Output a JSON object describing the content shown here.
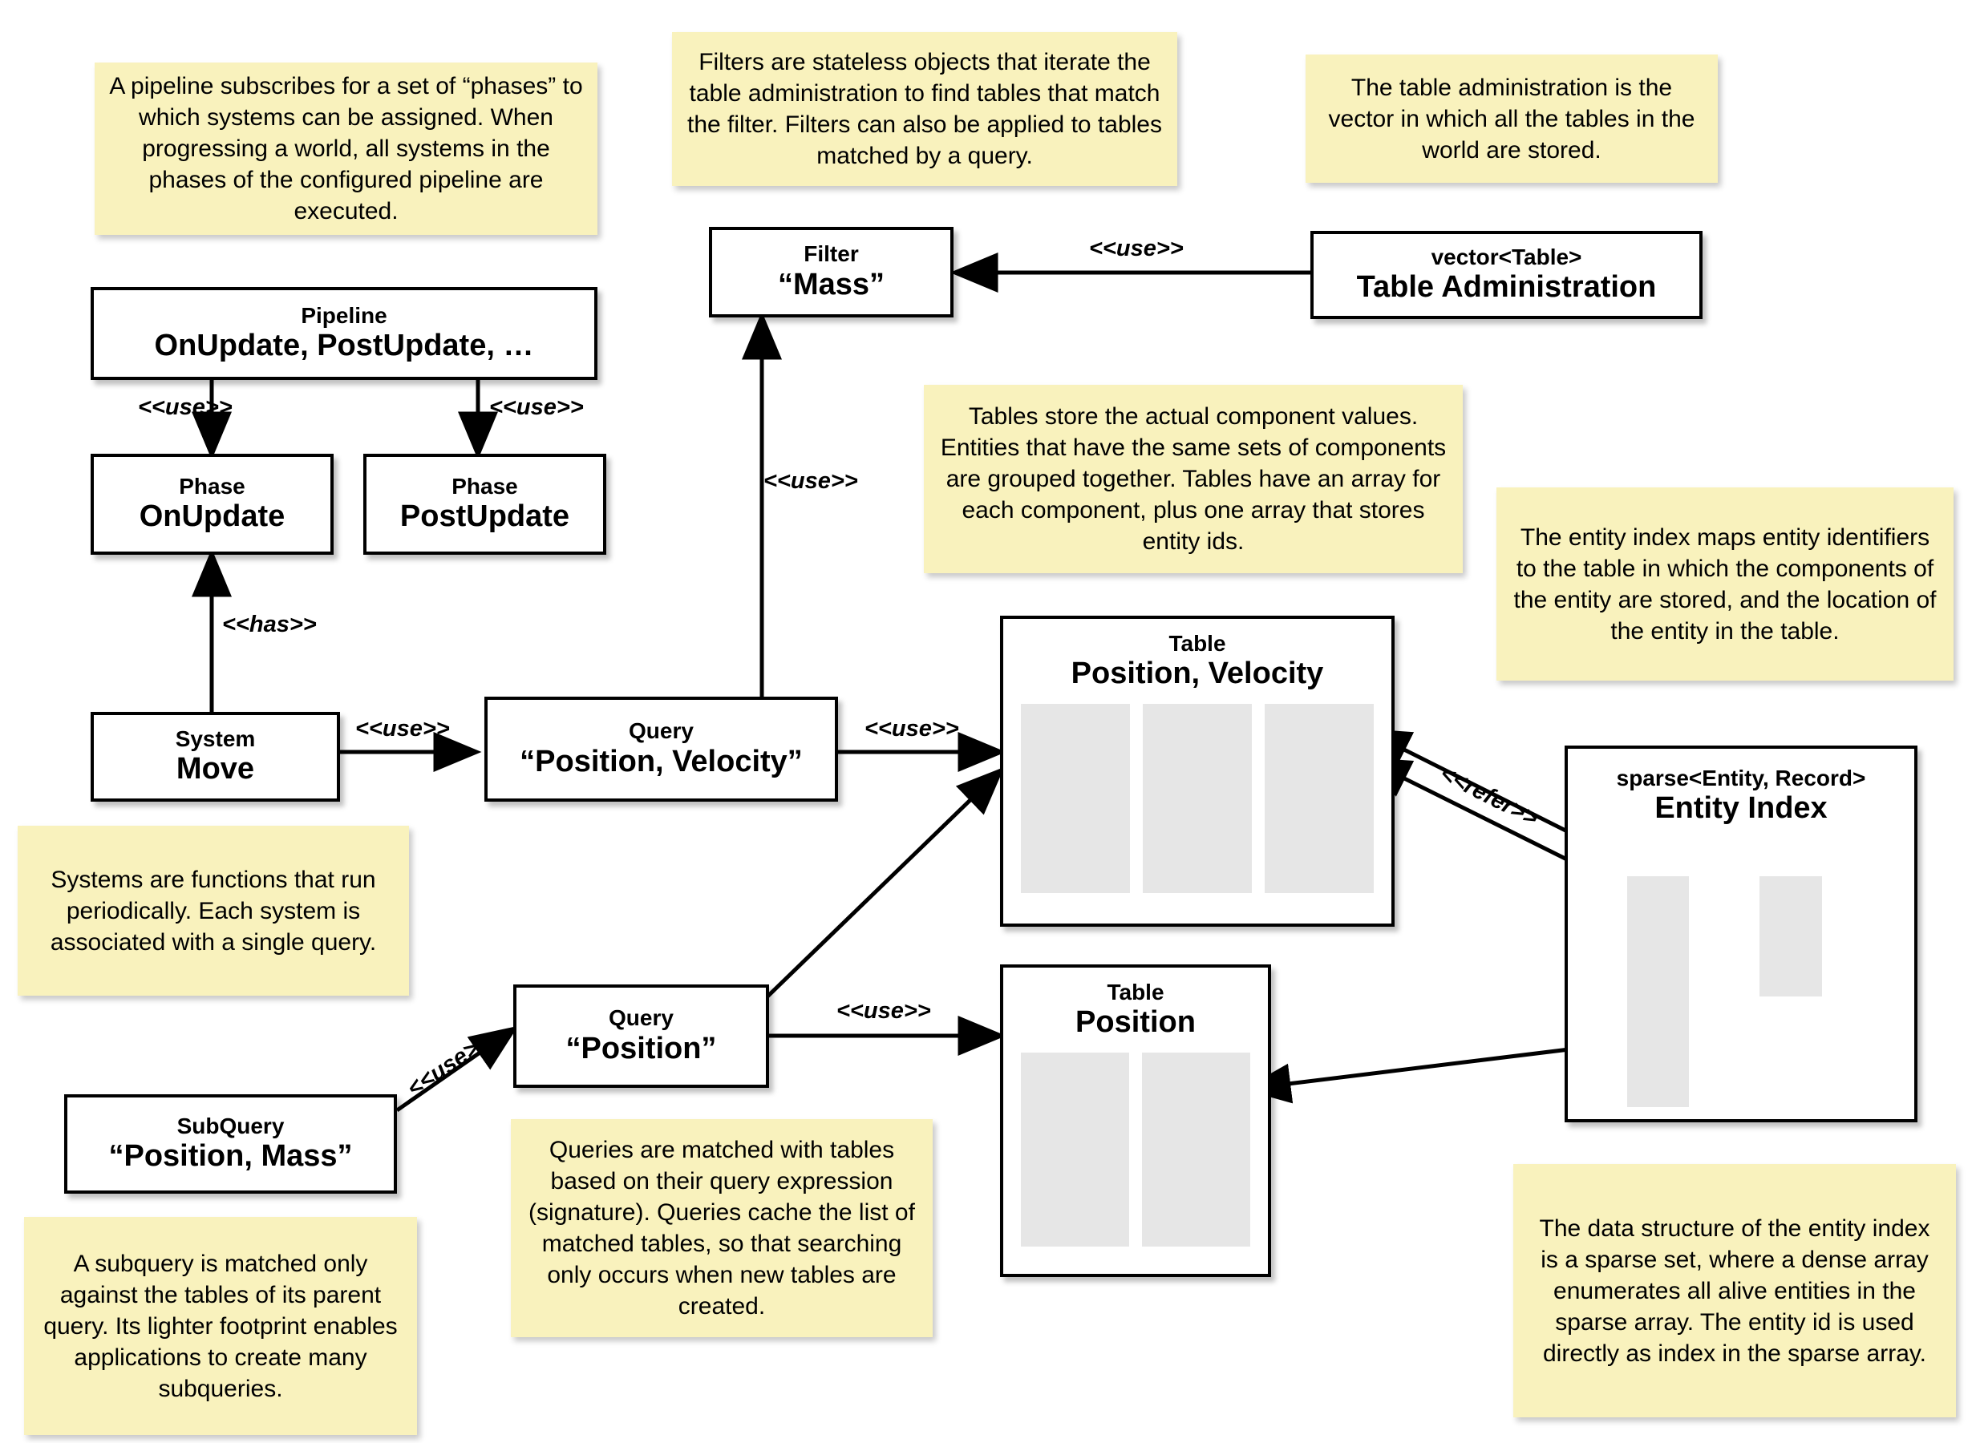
{
  "notes": [
    {
      "id": "note-pipeline",
      "text": "A pipeline subscribes for a set of “phases” to which systems can be assigned. When progressing a world, all systems in the phases of the configured pipeline are executed."
    },
    {
      "id": "note-filter",
      "text": "Filters are stateless objects that iterate the table administration to find tables that match the filter. Filters can also be applied to tables matched by a query."
    },
    {
      "id": "note-tableadmin",
      "text": "The table administration is the vector in which all the tables in the world are stored."
    },
    {
      "id": "note-tables",
      "text": "Tables store the actual component values. Entities that have the same sets of components are grouped together. Tables have an array for each component, plus one array that stores entity ids."
    },
    {
      "id": "note-entityidx",
      "text": "The entity index maps entity identifiers to the table in which the components of the entity are stored, and the location of the entity in the table."
    },
    {
      "id": "note-systems",
      "text": "Systems are functions that run periodically. Each system is associated with a single query."
    },
    {
      "id": "note-queries",
      "text": "Queries are matched with tables based on their query expression (signature). Queries cache the list of matched tables, so that searching only occurs when new tables are created."
    },
    {
      "id": "note-subquery",
      "text": "A subquery is matched only against the tables of its parent query. Its lighter footprint enables applications to create many subqueries."
    },
    {
      "id": "note-sparseset",
      "text": "The data structure of the entity index is a sparse set, where a dense array enumerates all alive entities in the sparse array. The entity id is used directly as index in the sparse array."
    }
  ],
  "boxes": {
    "pipeline": {
      "stereotype": "Pipeline",
      "title": "OnUpdate, PostUpdate, …"
    },
    "phase_on": {
      "stereotype": "Phase",
      "title": "OnUpdate"
    },
    "phase_post": {
      "stereotype": "Phase",
      "title": "PostUpdate"
    },
    "system_move": {
      "stereotype": "System",
      "title": "Move"
    },
    "query_pv": {
      "stereotype": "Query",
      "title": "“Position, Velocity”"
    },
    "query_p": {
      "stereotype": "Query",
      "title": "“Position”"
    },
    "subquery_pm": {
      "stereotype": "SubQuery",
      "title": "“Position, Mass”"
    },
    "filter_mass": {
      "stereotype": "Filter",
      "title": "“Mass”"
    },
    "table_admin": {
      "stereotype": "vector<Table>",
      "title": "Table Administration"
    },
    "table_pv": {
      "stereotype": "Table",
      "title": "Position, Velocity",
      "columns": 3
    },
    "table_p": {
      "stereotype": "Table",
      "title": "Position",
      "columns": 2
    },
    "entity_index": {
      "stereotype": "sparse<Entity, Record>",
      "title": "Entity Index"
    }
  },
  "edge_labels": {
    "pipeline_to_phase_on": "<<use>>",
    "pipeline_to_phase_post": "<<use>>",
    "system_has_phase": "<<has>>",
    "system_uses_query": "<<use>>",
    "query_uses_filter": "<<use>>",
    "admin_uses_filter": "<<use>>",
    "query_pv_uses_table": "<<use>>",
    "query_p_uses_table": "<<use>>",
    "subquery_uses_query": "<<use>>",
    "index_refers_table": "<<refer>>"
  },
  "colors": {
    "note_background": "#f9f2bd",
    "box_border": "#000000",
    "array_fill": "#e6e6e6",
    "canvas": "#ffffff"
  }
}
